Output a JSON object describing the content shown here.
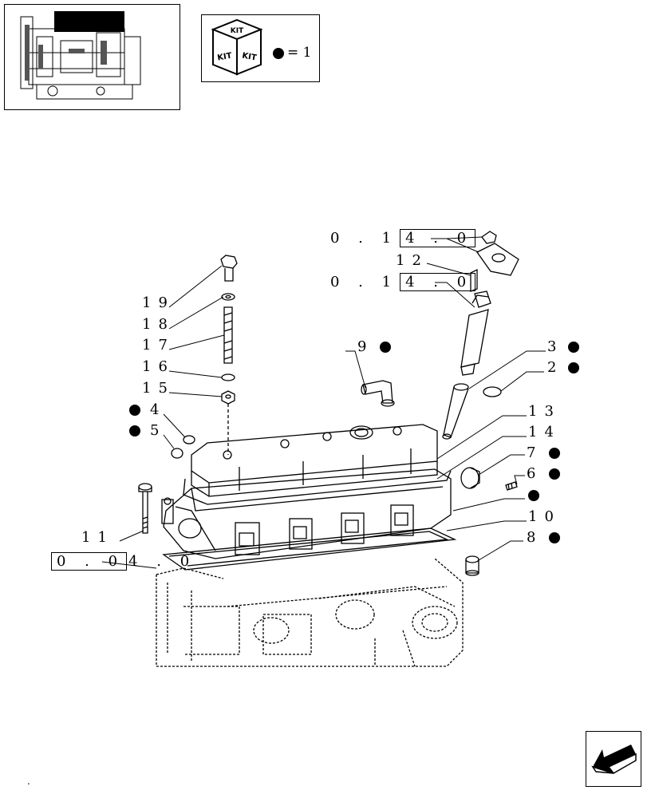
{
  "kit_legend": {
    "kit_label": "KIT",
    "equals_text": "= 1"
  },
  "callouts": {
    "c19": "19",
    "c18": "18",
    "c17": "17",
    "c16": "16",
    "c15": "15",
    "c4": "4",
    "c5": "5",
    "c11": "11",
    "c12": "12",
    "c9": "9",
    "c3": "3",
    "c2": "2",
    "c13": "13",
    "c14": "14",
    "c7": "7",
    "c6": "6",
    "c10": "10",
    "c8": "8"
  },
  "references": {
    "ref_top": {
      "left": "0 . 1",
      "boxed": "4 . 0"
    },
    "ref_mid": {
      "left": "0 . 1",
      "boxed": "4 . 0"
    },
    "ref_bottom": {
      "boxed": "0 . 0",
      "right": "4 . 0"
    }
  },
  "corner_mark": "."
}
